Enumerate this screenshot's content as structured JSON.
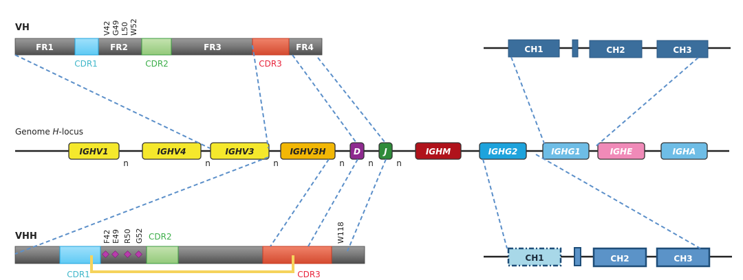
{
  "vh": {
    "title": "VH",
    "segments": [
      {
        "label": "FR1",
        "type": "fr"
      },
      {
        "label": "",
        "type": "cdr1"
      },
      {
        "label": "FR2",
        "type": "fr"
      },
      {
        "label": "",
        "type": "cdr2"
      },
      {
        "label": "FR3",
        "type": "fr"
      },
      {
        "label": "",
        "type": "cdr3"
      },
      {
        "label": "FR4",
        "type": "fr"
      }
    ],
    "cdr_labels": {
      "cdr1": "CDR1",
      "cdr2": "CDR2",
      "cdr3": "CDR3"
    },
    "residues": [
      "V42",
      "G49",
      "L50",
      "W52"
    ]
  },
  "vhh": {
    "title": "VHH",
    "cdr_labels": {
      "cdr1": "CDR1",
      "cdr2": "CDR2",
      "cdr3": "CDR3"
    },
    "residues": [
      "F42",
      "E49",
      "R50",
      "G52"
    ],
    "w118": "W118"
  },
  "genome": {
    "title_prefix": "Genome ",
    "title_italic": "H",
    "title_suffix": "-locus",
    "repeat_marker": "n",
    "genes": [
      {
        "label": "IGHV1",
        "color": "#f5e82c",
        "text_color": "#222222"
      },
      {
        "label": "IGHV4",
        "color": "#f5e82c",
        "text_color": "#222222"
      },
      {
        "label": "IGHV3",
        "color": "#f5e82c",
        "text_color": "#222222"
      },
      {
        "label": "IGHV3H",
        "color": "#f2b705",
        "text_color": "#222222"
      },
      {
        "label": "D",
        "color": "#8e2a8f",
        "text_color": "#ffffff"
      },
      {
        "label": "J",
        "color": "#2e8b3a",
        "text_color": "#ffffff"
      },
      {
        "label": "IGHM",
        "color": "#b0121b",
        "text_color": "#ffffff"
      },
      {
        "label": "IGHG2",
        "color": "#1ea3dc",
        "text_color": "#ffffff"
      },
      {
        "label": "IGHG1",
        "color": "#6ebde6",
        "text_color": "#ffffff"
      },
      {
        "label": "IGHE",
        "color": "#f08ab8",
        "text_color": "#ffffff"
      },
      {
        "label": "IGHA",
        "color": "#6ebde6",
        "text_color": "#ffffff"
      }
    ]
  },
  "constant_top": {
    "domains": [
      "CH1",
      "CH2",
      "CH3"
    ]
  },
  "constant_bottom": {
    "domains": [
      "CH1",
      "CH2",
      "CH3"
    ]
  },
  "colors": {
    "fr_gray": "#6e6e6e",
    "cdr1": "#4ec3f0",
    "cdr2": "#8cc870",
    "cdr3": "#e2553a",
    "cdr1_text": "#3fb6c9",
    "cdr2_text": "#3cae49",
    "cdr3_text": "#e8243b",
    "ch_dark": "#3b6e9c",
    "ch_mid": "#5b93c8",
    "ch1_missing": "#a8d8e8",
    "link": "#5b8fc9",
    "disulfide": "#f5d35c",
    "hallmark": "#b83dac"
  }
}
